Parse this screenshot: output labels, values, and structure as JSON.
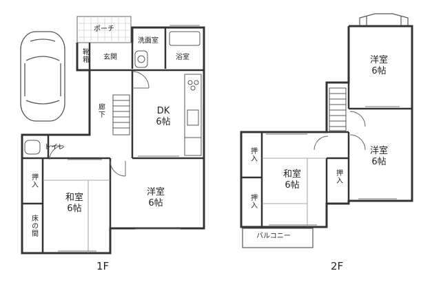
{
  "floor1": {
    "porch": "ポーチ",
    "shoe_box": "靴箱",
    "entrance": "玄関",
    "washroom": "洗面室",
    "bath": "浴室",
    "hall": "廊下",
    "dk": {
      "name": "DK",
      "size": "6帖"
    },
    "toilet": "トイレ",
    "closet": "押入",
    "tokonoma": "床の間",
    "washitsu": {
      "name": "和室",
      "size": "6帖"
    },
    "youshitsu": {
      "name": "洋室",
      "size": "6帖"
    },
    "label": "1F"
  },
  "floor2": {
    "youshitsu_north": {
      "name": "洋室",
      "size": "6帖"
    },
    "youshitsu_east": {
      "name": "洋室",
      "size": "6帖"
    },
    "washitsu": {
      "name": "和室",
      "size": "6帖"
    },
    "closet_upper": "押入",
    "closet_lower": "押入",
    "closet_right": "押入",
    "balcony": "バルコニー",
    "label": "2F"
  },
  "colors": {
    "wall": "#333333",
    "thin_line": "#555555",
    "window": "#777777"
  }
}
